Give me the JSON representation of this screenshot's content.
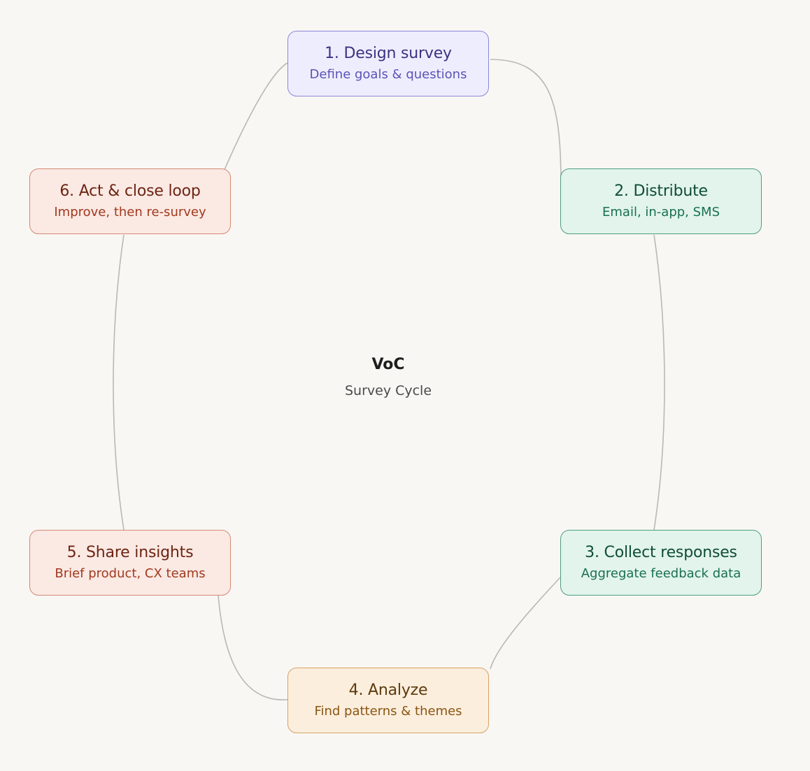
{
  "center": {
    "title": "VoC",
    "subtitle": "Survey Cycle"
  },
  "steps": [
    {
      "title": "1. Design survey",
      "subtitle": "Define goals & questions",
      "color": "#8c87d8"
    },
    {
      "title": "2. Distribute",
      "subtitle": "Email, in-app, SMS",
      "color": "#4e9e7f"
    },
    {
      "title": "3. Collect responses",
      "subtitle": "Aggregate feedback data",
      "color": "#4e9e7f"
    },
    {
      "title": "4. Analyze",
      "subtitle": "Find patterns & themes",
      "color": "#d6a265"
    },
    {
      "title": "5. Share insights",
      "subtitle": "Brief product, CX teams",
      "color": "#d48a74"
    },
    {
      "title": "6. Act & close loop",
      "subtitle": "Improve, then re-survey",
      "color": "#d48a74"
    }
  ],
  "connector_color": "#b9b8b4"
}
